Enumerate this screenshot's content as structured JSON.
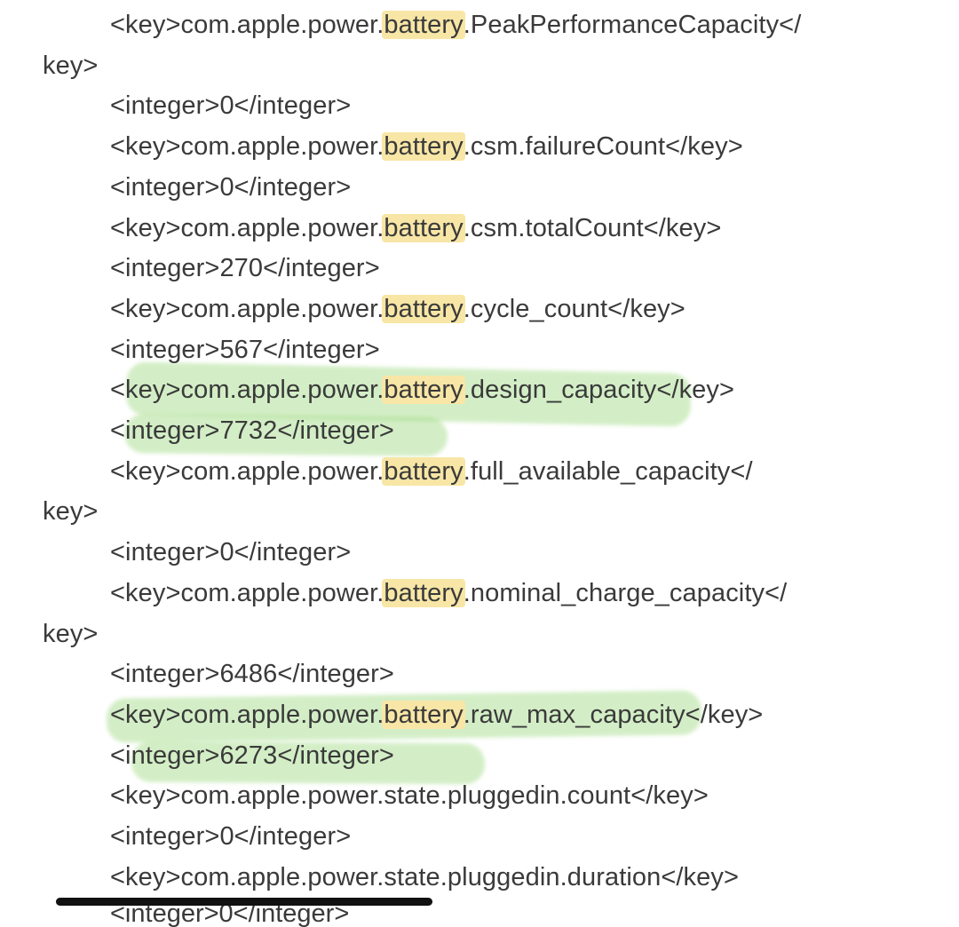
{
  "document": {
    "highlight_term": "battery",
    "highlight_color": "#f8e6a6",
    "marker_color": "#96d778",
    "lines": [
      {
        "pre": "<key>com.apple.power.",
        "hl": "battery",
        "post": ".PeakPerformanceCapacity</"
      },
      {
        "pre": "key>",
        "hl": "",
        "post": ""
      },
      {
        "pre": "<integer>0</integer>",
        "hl": "",
        "post": ""
      },
      {
        "pre": "<key>com.apple.power.",
        "hl": "battery",
        "post": ".csm.failureCount</key>"
      },
      {
        "pre": "<integer>0</integer>",
        "hl": "",
        "post": ""
      },
      {
        "pre": "<key>com.apple.power.",
        "hl": "battery",
        "post": ".csm.totalCount</key>"
      },
      {
        "pre": "<integer>270</integer>",
        "hl": "",
        "post": ""
      },
      {
        "pre": "<key>com.apple.power.",
        "hl": "battery",
        "post": ".cycle_count</key>"
      },
      {
        "pre": "<integer>567</integer>",
        "hl": "",
        "post": ""
      },
      {
        "pre": "<key>com.apple.power.",
        "hl": "battery",
        "post": ".design_capacity</key>"
      },
      {
        "pre": "<integer>7732</integer>",
        "hl": "",
        "post": ""
      },
      {
        "pre": "<key>com.apple.power.",
        "hl": "battery",
        "post": ".full_available_capacity</"
      },
      {
        "pre": "key>",
        "hl": "",
        "post": ""
      },
      {
        "pre": "<integer>0</integer>",
        "hl": "",
        "post": ""
      },
      {
        "pre": "<key>com.apple.power.",
        "hl": "battery",
        "post": ".nominal_charge_capacity</"
      },
      {
        "pre": "key>",
        "hl": "",
        "post": ""
      },
      {
        "pre": "<integer>6486</integer>",
        "hl": "",
        "post": ""
      },
      {
        "pre": "<key>com.apple.power.",
        "hl": "battery",
        "post": ".raw_max_capacity</key>"
      },
      {
        "pre": "<integer>6273</integer>",
        "hl": "",
        "post": ""
      },
      {
        "pre": "<key>com.apple.power.state.pluggedin.count</key>",
        "hl": "",
        "post": ""
      },
      {
        "pre": "<integer>0</integer>",
        "hl": "",
        "post": ""
      },
      {
        "pre": "<key>com.apple.power.state.pluggedin.duration</key>",
        "hl": "",
        "post": ""
      }
    ],
    "cut_off_line": "<integer>0</integer>"
  }
}
